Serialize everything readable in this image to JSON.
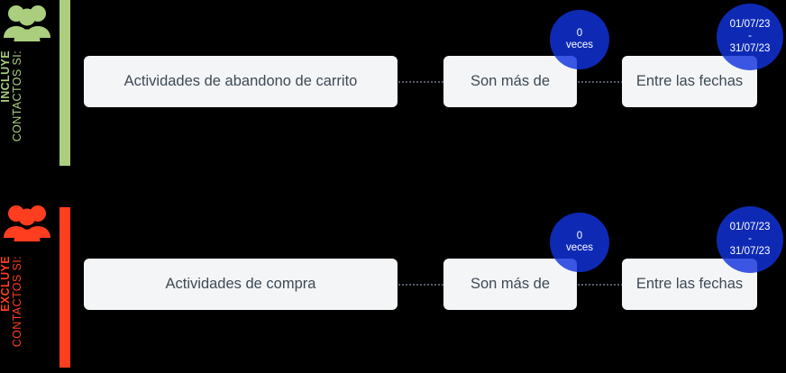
{
  "colors": {
    "include_accent": "#aace7e",
    "exclude_accent": "#ff3d1f",
    "badge_blue": "#1133dd",
    "pill_bg": "#f4f5f6",
    "pill_text": "#3d4a56",
    "canvas": "#000000"
  },
  "sections": [
    {
      "key": "include",
      "icon": "people-group-icon",
      "label_line1": "INCLUYE",
      "label_line2": "CONTACTOS SI:",
      "steps": [
        {
          "label": "Actividades de abandono de carrito"
        },
        {
          "label": "Son más de",
          "badge_line1": "0",
          "badge_line2": "veces"
        },
        {
          "label": "Entre las fechas",
          "badge_line1": "01/07/23",
          "badge_line2": "-",
          "badge_line3": "31/07/23"
        }
      ]
    },
    {
      "key": "exclude",
      "icon": "people-group-icon",
      "label_line1": "EXCLUYE",
      "label_line2": "CONTACTOS SI:",
      "steps": [
        {
          "label": "Actividades de compra"
        },
        {
          "label": "Son más de",
          "badge_line1": "0",
          "badge_line2": "veces"
        },
        {
          "label": "Entre las fechas",
          "badge_line1": "01/07/23",
          "badge_line2": "-",
          "badge_line3": "31/07/23"
        }
      ]
    }
  ]
}
